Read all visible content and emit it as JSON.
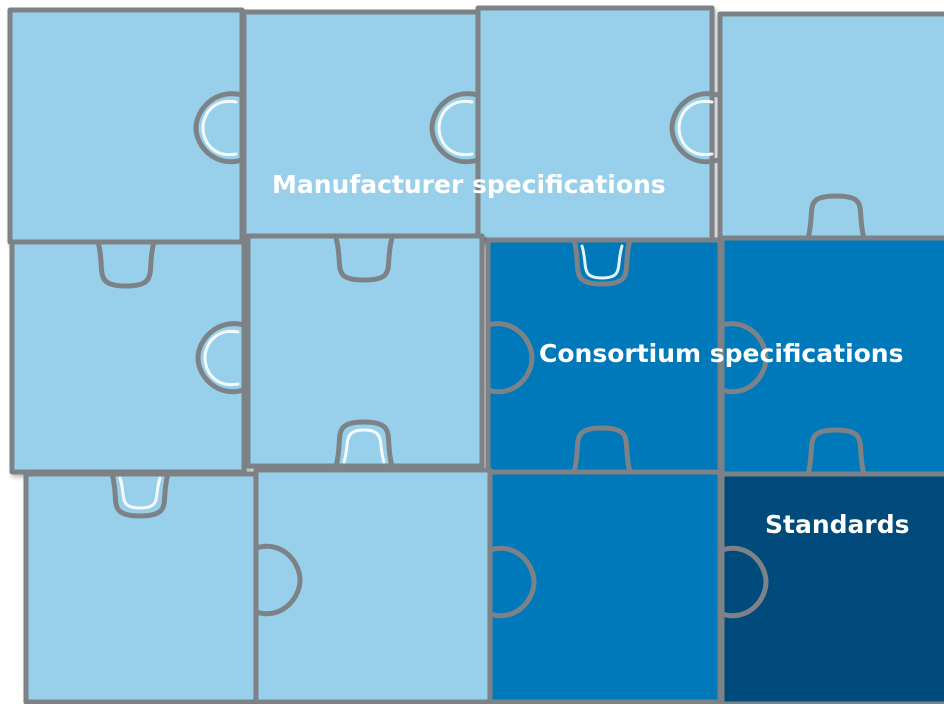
{
  "diagram": {
    "labels": {
      "manufacturer": "Manufacturer specifications",
      "consortium": "Consortium specifications",
      "standards": "Standards"
    },
    "colors": {
      "light": "#98d0eb",
      "medium": "#0079bb",
      "dark": "#004b7c",
      "outline": "#7d8287"
    }
  }
}
